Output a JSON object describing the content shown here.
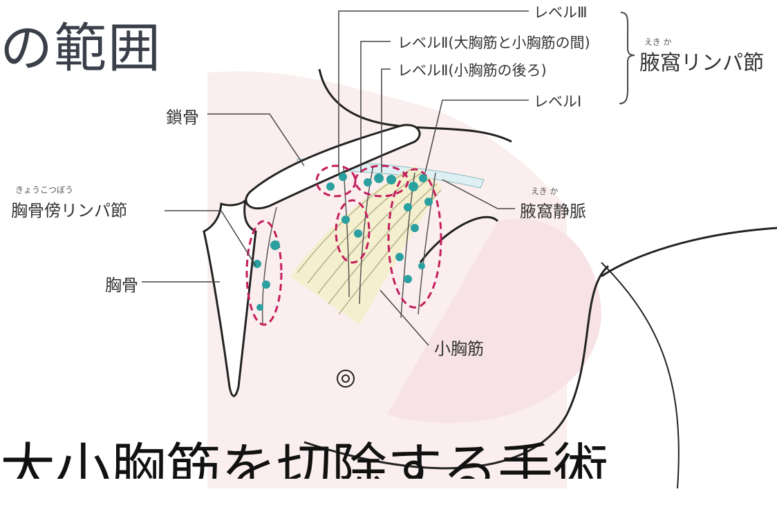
{
  "title": "の範囲",
  "levels": {
    "level3": "レベルⅢ",
    "level2a": "レベルⅡ(大胸筋と小胸筋の間)",
    "level2b": "レベルⅡ(小胸筋の後ろ)",
    "level1": "レベルⅠ"
  },
  "group": {
    "label": "腋窩リンパ節",
    "ruby": "えき か"
  },
  "clavicle": "鎖骨",
  "parasternal": {
    "label": "胸骨傍リンパ節",
    "ruby": "きょうこつぼう"
  },
  "sternum": "胸骨",
  "axillary_vein": {
    "label": "腋窩静脈",
    "ruby": "えき か"
  },
  "pec_minor": "小胸筋",
  "bottom_partial": "大小胸筋を切除する手術"
}
